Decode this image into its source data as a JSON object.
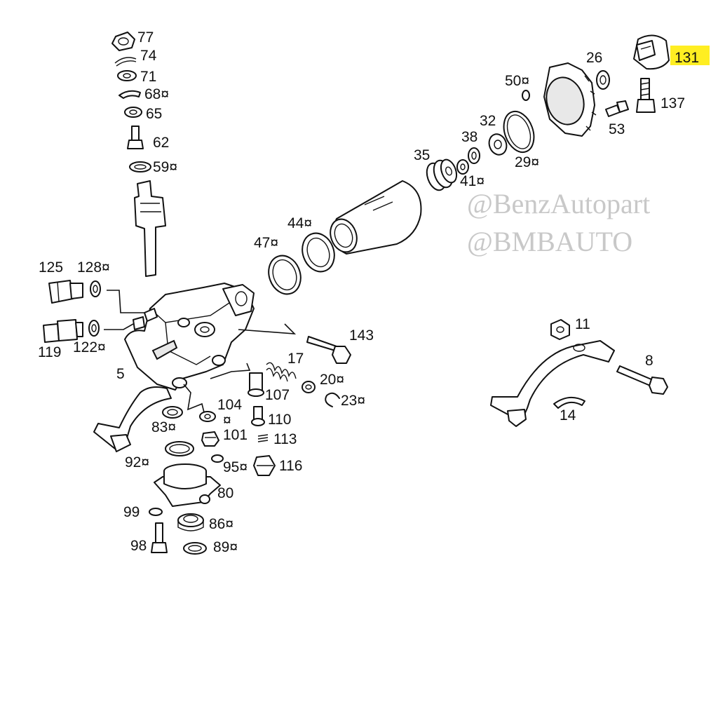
{
  "labels": {
    "l77": "77",
    "l74": "74",
    "l71": "71",
    "l68": "68¤",
    "l65": "65",
    "l62": "62",
    "l59": "59¤",
    "l125": "125",
    "l128": "128¤",
    "l119": "119",
    "l122": "122¤",
    "l5": "5",
    "l143": "143",
    "l17": "17",
    "l107": "107",
    "l20": "20¤",
    "l23": "23¤",
    "l104": "104",
    "l104b": "¤",
    "l83": "83¤",
    "l101": "101",
    "l110": "110",
    "l113": "113",
    "l92": "92¤",
    "l95": "95¤",
    "l116": "116",
    "l80": "80",
    "l99": "99",
    "l86": "86¤",
    "l98": "98",
    "l89": "89¤",
    "l47": "47¤",
    "l44": "44¤",
    "l35": "35",
    "l41": "41¤",
    "l38": "38",
    "l32": "32",
    "l29": "29¤",
    "l50": "50¤",
    "l26": "26",
    "l131": "131",
    "l137": "137",
    "l53": "53",
    "l11": "11",
    "l8": "8",
    "l14": "14"
  },
  "watermark": {
    "line1": "@BenzAutopart",
    "line2": "@BMBAUTO"
  },
  "highlight_color": "#ffee22"
}
